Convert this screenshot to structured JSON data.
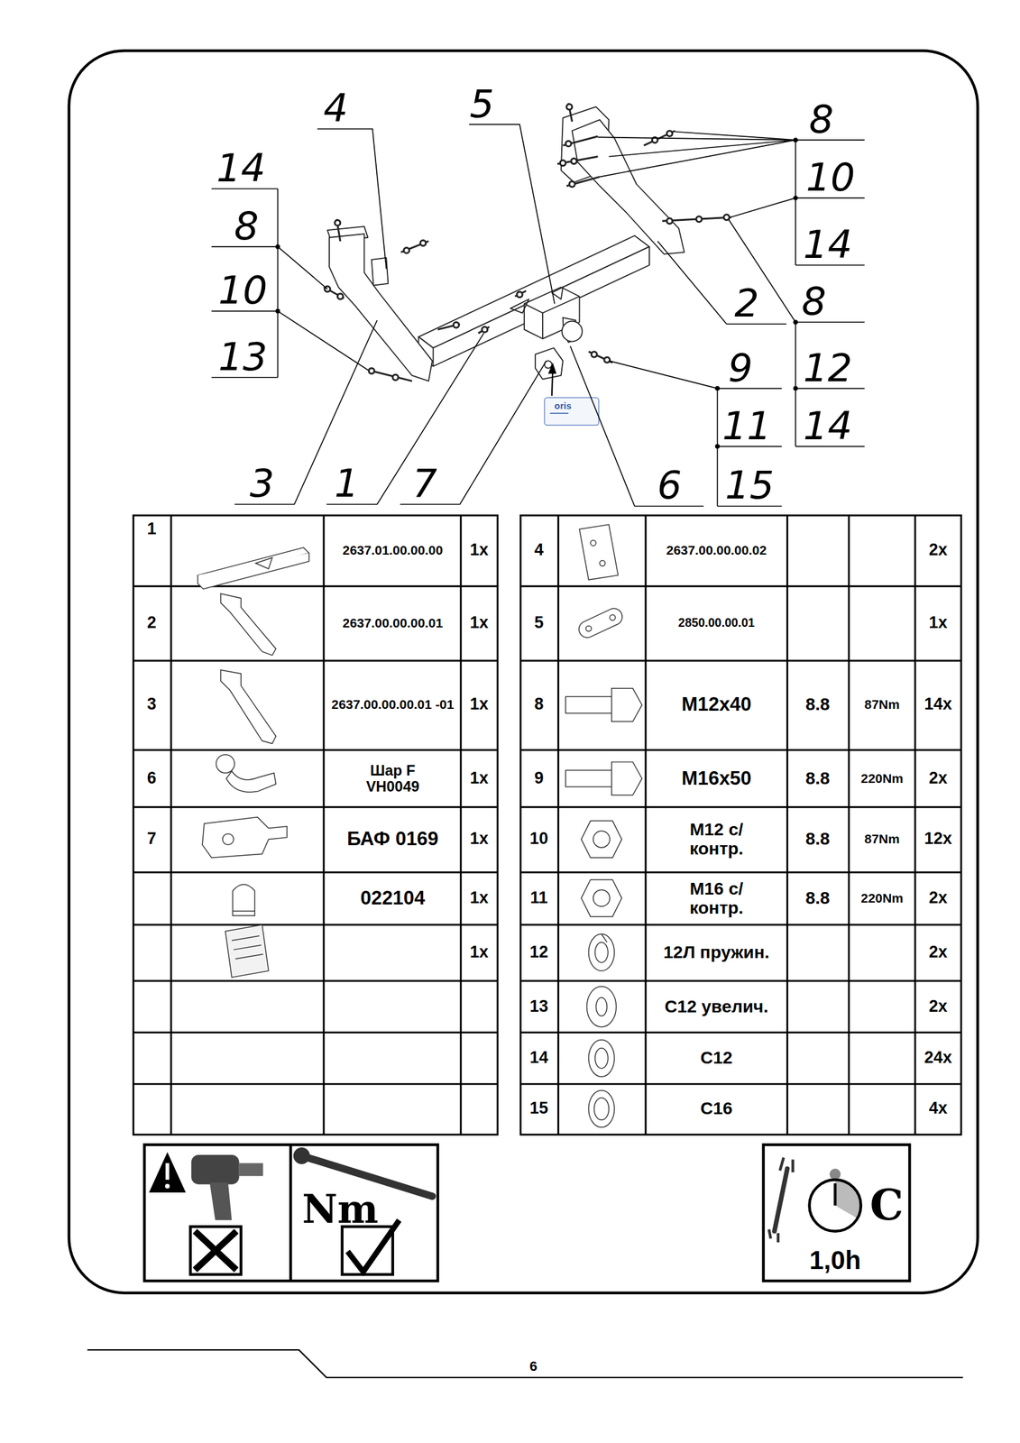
{
  "diagram": {
    "labels": [
      "4",
      "5",
      "8",
      "14",
      "10",
      "8",
      "14",
      "10",
      "2",
      "8",
      "13",
      "9",
      "12",
      "11",
      "14",
      "3",
      "1",
      "7",
      "6",
      "15",
      "oris",
      "1",
      "2637.01.00.00.00",
      "1x",
      "2",
      "2637.00.00.00.01",
      "1x",
      "3",
      "2637.00.00.00.01 -01",
      "1x",
      "6",
      "Шар F VH0049",
      "1x",
      "7",
      "БАФ 0169",
      "1x",
      "022104",
      "1x",
      "1x",
      "4",
      "2637.00.00.00.02",
      "2x",
      "5",
      "2850.00.00.01",
      "1x",
      "8",
      "M12x40",
      "8.8",
      "87Nm",
      "14x",
      "9",
      "M16x50",
      "8.8",
      "220Nm",
      "2x",
      "10",
      "M12 с/контр.",
      "8.8",
      "87Nm",
      "12x",
      "11",
      "M16 с/контр.",
      "8.8",
      "220Nm",
      "2x",
      "12",
      "12Л пружин.",
      "2x",
      "13",
      "С12 увелич.",
      "2x",
      "14",
      "С12",
      "24x",
      "15",
      "С16",
      "4x",
      "Nm",
      "C",
      "1,0h",
      "6"
    ]
  }
}
